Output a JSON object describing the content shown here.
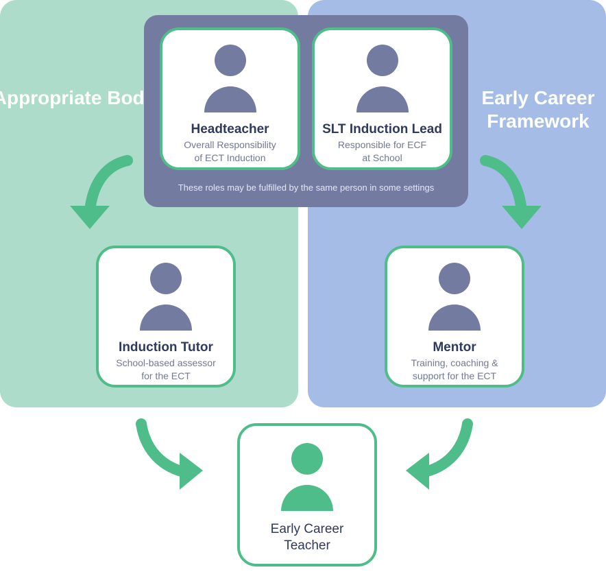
{
  "panels": {
    "left_title": "Appropriate Body",
    "right_title": "Early Career Framework"
  },
  "shared_note": "These roles may be fulfilled by the same person in some settings",
  "roles": {
    "headteacher": {
      "name": "Headteacher",
      "desc1": "Overall Responsibility",
      "desc2": "of ECT Induction"
    },
    "slt": {
      "name": "SLT Induction Lead",
      "desc1": "Responsible for ECF",
      "desc2": "at School"
    },
    "tutor": {
      "name": "Induction Tutor",
      "desc1": "School-based assessor",
      "desc2": "for the ECT"
    },
    "mentor": {
      "name": "Mentor",
      "desc1": "Training, coaching &",
      "desc2": "support for the ECT"
    },
    "ect": {
      "name1": "Early Career",
      "name2": "Teacher"
    }
  },
  "colors": {
    "green_panel": "#addccb",
    "blue_panel": "#a5bde6",
    "shared_box": "#747ba1",
    "accent_green": "#4fbd8a",
    "person_icon": "#747ba1"
  },
  "icons": [
    "person-icon",
    "curved-arrow-icon"
  ]
}
